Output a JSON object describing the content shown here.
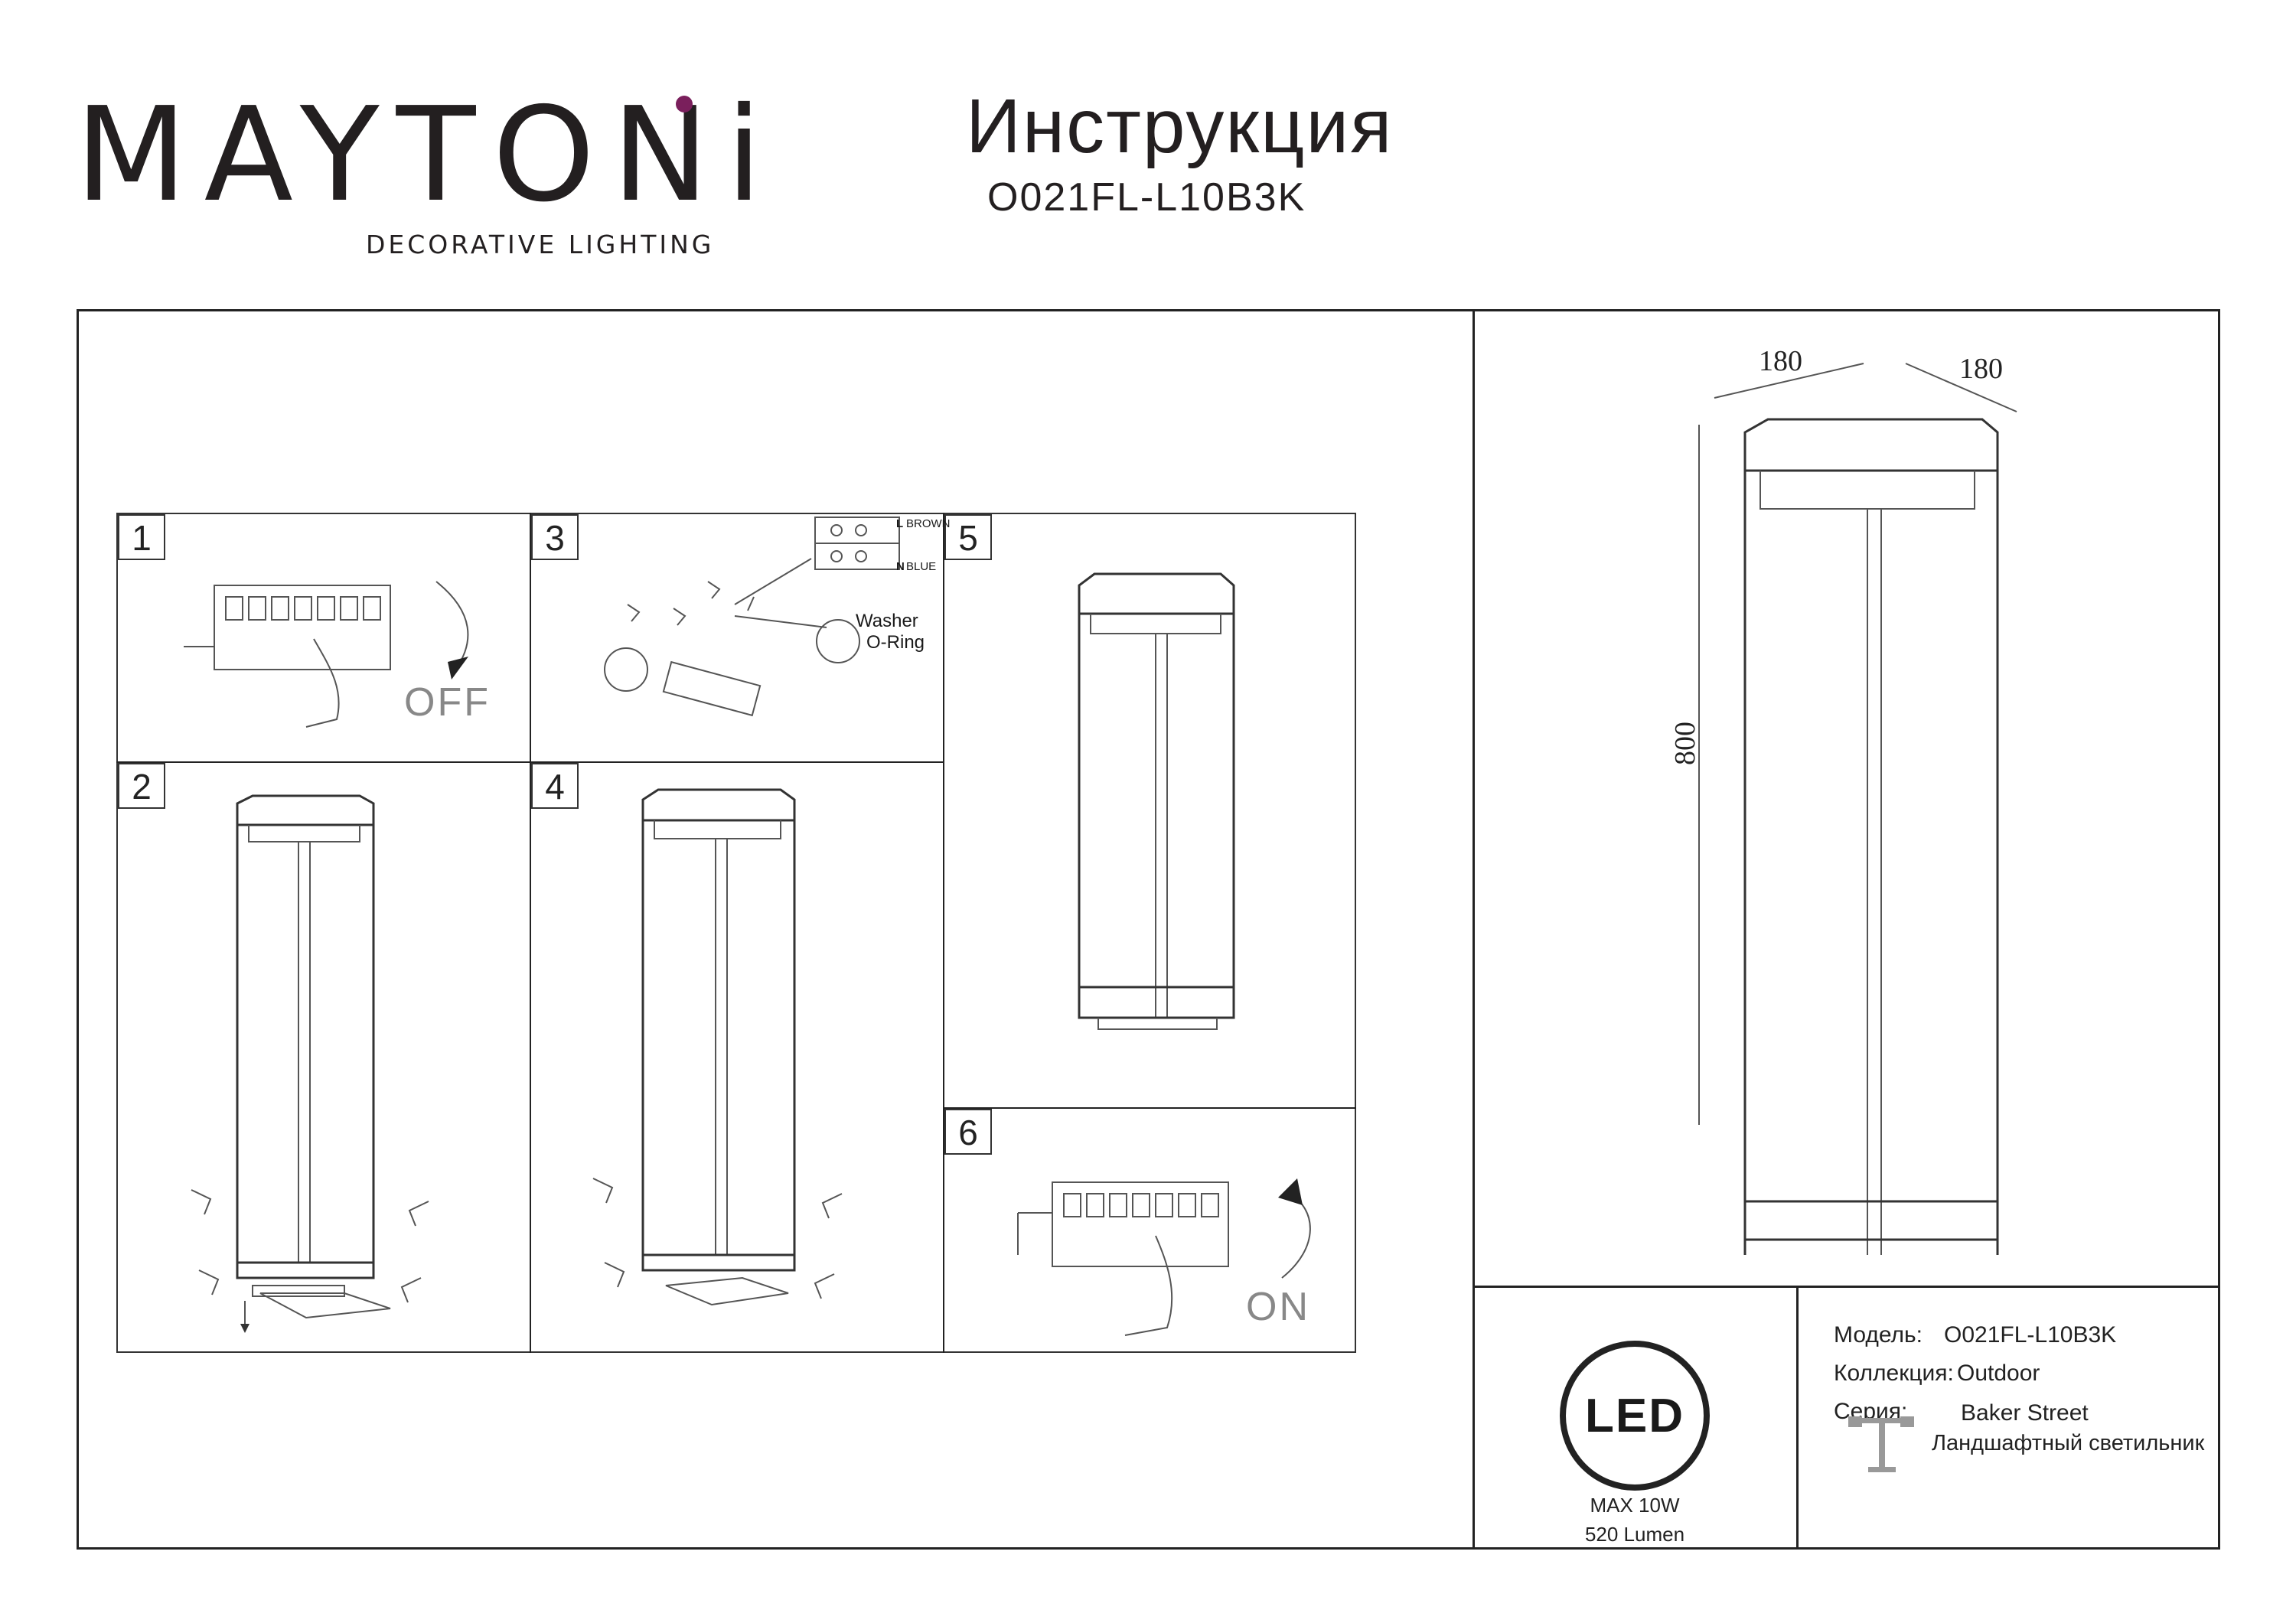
{
  "header": {
    "brand_pre": "M",
    "brand_post": "AYTONi",
    "brand_tagline": "DECORATIVE LIGHTING",
    "doc_title": "Инструкция",
    "doc_model": "O021FL-L10B3K"
  },
  "steps": [
    {
      "number": "1",
      "state_label": "OFF"
    },
    {
      "number": "2"
    },
    {
      "number": "3",
      "wire_L": "L",
      "wire_L_color": "BROWN",
      "wire_N": "N",
      "wire_N_color": "BLUE",
      "washer_label": "Washer",
      "oring_label": "O-Ring"
    },
    {
      "number": "4"
    },
    {
      "number": "5"
    },
    {
      "number": "6",
      "state_label": "ON"
    }
  ],
  "dimensions": {
    "width": "180",
    "depth": "180",
    "height": "800"
  },
  "led": {
    "icon_text": "LED",
    "power": "MAX 10W",
    "lumen": "520 Lumen"
  },
  "specs": {
    "model_label": "Модель:",
    "model_value": "O021FL-L10B3K",
    "collection_label": "Коллекция:",
    "collection_value": "Outdoor",
    "series_label": "Серия:",
    "series_value": "Baker Street",
    "type_value": "Ландшафтный светильник"
  },
  "colors": {
    "brand_accent": "#7a1f5c",
    "line": "#222222"
  }
}
